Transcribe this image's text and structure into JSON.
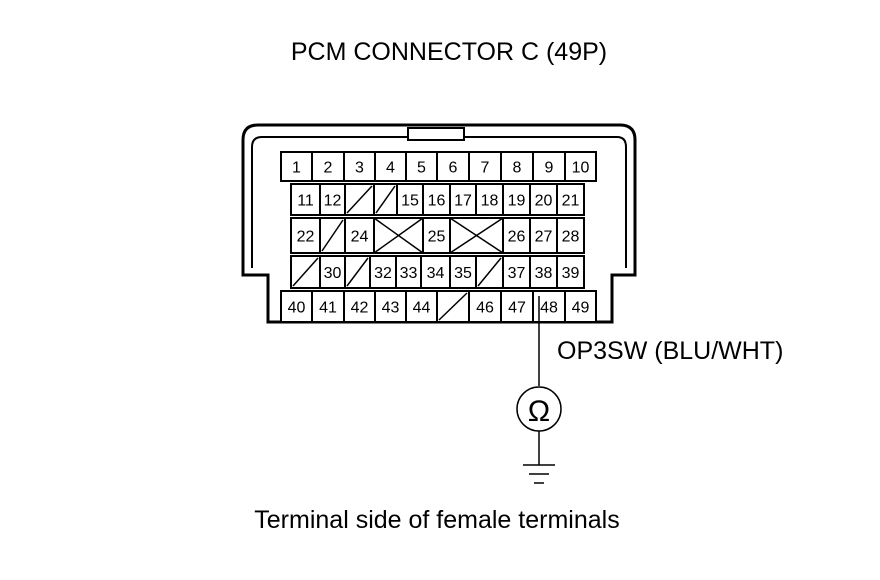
{
  "title": "PCM CONNECTOR C (49P)",
  "caption": "Terminal side of female terminals",
  "wire_label": "OP3SW (BLU/WHT)",
  "meter_symbol": "Ω",
  "meter_icon": "ohmmeter-icon",
  "ground_icon": "ground-icon",
  "probe_terminal": "48",
  "colors": {
    "ink": "#000000",
    "paper": "#ffffff"
  },
  "rows": [
    {
      "cells": [
        "1",
        "2",
        "3",
        "4",
        "5",
        "6",
        "7",
        "8",
        "9",
        "10"
      ]
    },
    {
      "cells": [
        "11",
        "12",
        "/",
        "/",
        "15",
        "16",
        "17",
        "18",
        "19",
        "20",
        "21"
      ]
    },
    {
      "cells": [
        "22",
        "/",
        "24",
        "X",
        "25",
        "X",
        "26",
        "27",
        "28"
      ]
    },
    {
      "cells": [
        "/",
        "30",
        "/",
        "32",
        "33",
        "34",
        "35",
        "/",
        "37",
        "38",
        "39"
      ]
    },
    {
      "cells": [
        "40",
        "41",
        "42",
        "43",
        "44",
        "/",
        "46",
        "47",
        "48",
        "49"
      ]
    }
  ]
}
